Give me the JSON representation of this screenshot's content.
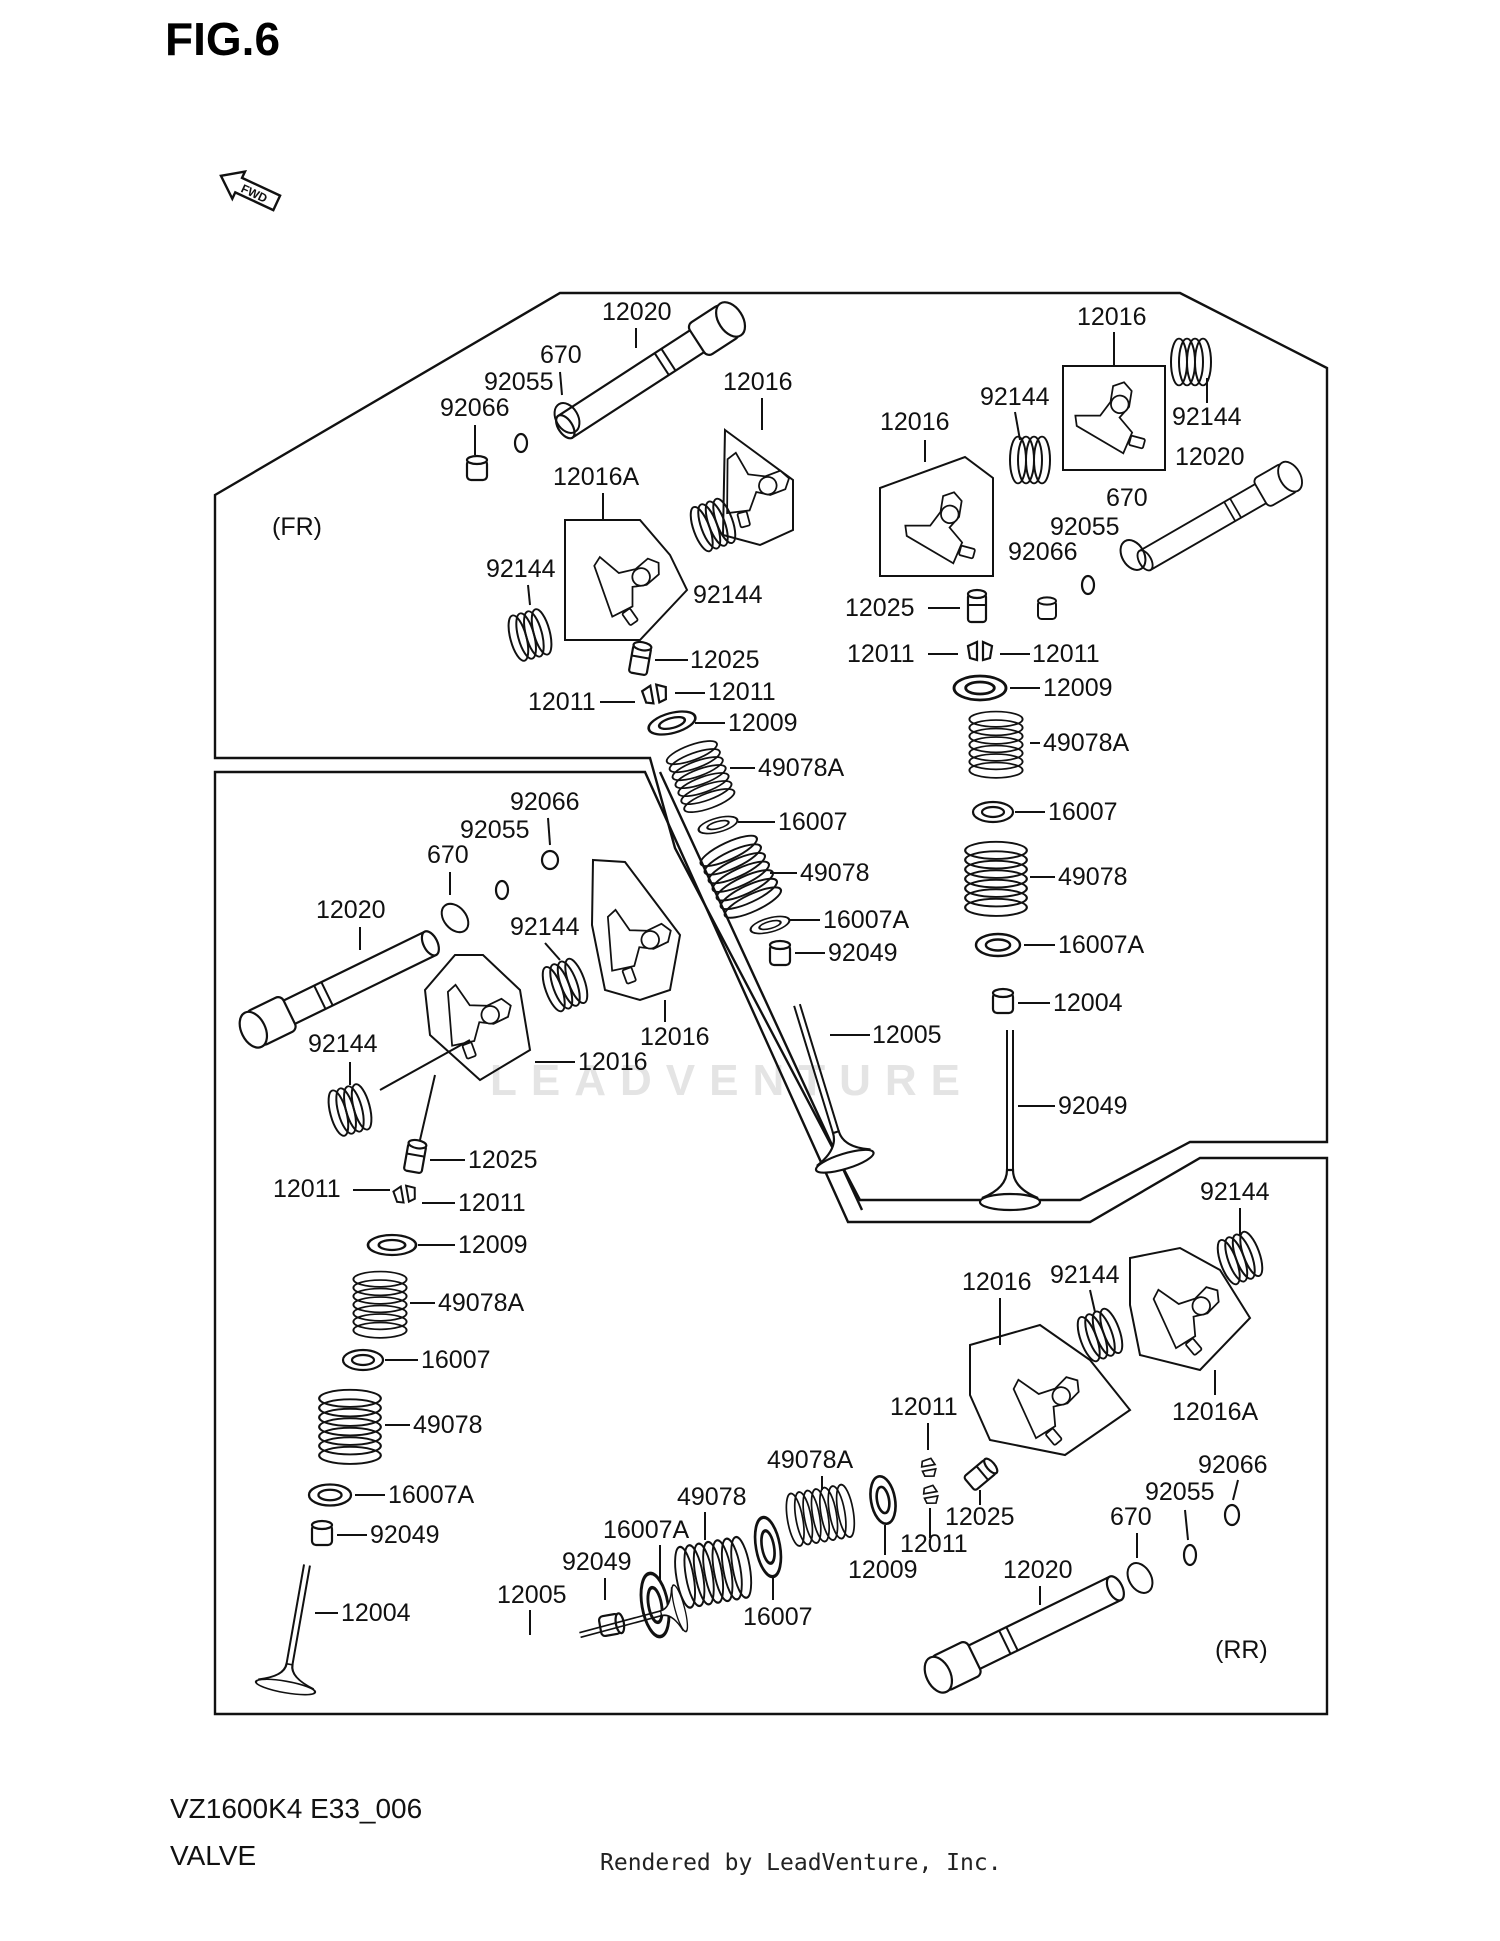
{
  "figure": {
    "title": "FIG.6",
    "fwd_label": "FWD"
  },
  "sections": {
    "front": "(FR)",
    "rear": "(RR)"
  },
  "watermark": "LEADVENTURE",
  "footer": {
    "model_code": "VZ1600K4 E33_006",
    "name": "VALVE",
    "credit": "Rendered by LeadVenture, Inc."
  },
  "callouts": {
    "fr_right": [
      "12016",
      "92144",
      "92144",
      "12020",
      "12016",
      "670",
      "92055",
      "92066",
      "12025",
      "12011",
      "12011",
      "12009",
      "49078A",
      "16007",
      "49078",
      "16007A",
      "92049",
      "12005",
      "12004"
    ],
    "fr_left": [
      "12020",
      "670",
      "92055",
      "92066",
      "12016",
      "12016A",
      "92144",
      "92144",
      "12025",
      "12011",
      "12011",
      "12009",
      "49078A",
      "16007",
      "49078",
      "16007A",
      "92049"
    ],
    "lower_left": [
      "92066",
      "92055",
      "670",
      "12020",
      "92144",
      "12016",
      "92144",
      "12016",
      "12025",
      "12011",
      "12011",
      "12009",
      "49078A",
      "16007",
      "49078",
      "16007A",
      "92049",
      "12004"
    ],
    "rear": [
      "92144",
      "92144",
      "12016",
      "12016A",
      "12011",
      "49078A",
      "12025",
      "12011",
      "12009",
      "49078",
      "16007A",
      "92049",
      "16007",
      "12005",
      "92066",
      "92055",
      "670",
      "12020"
    ]
  }
}
